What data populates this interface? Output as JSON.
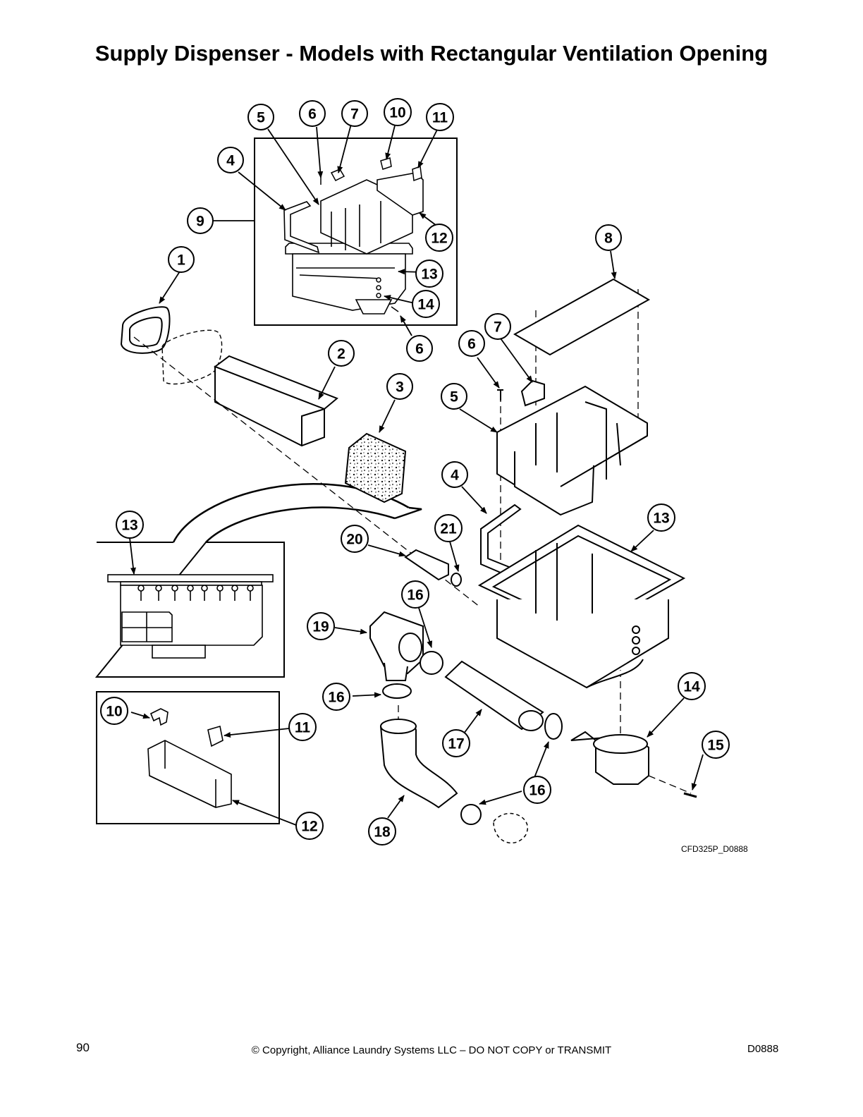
{
  "page": {
    "title": "Supply Dispenser - Models with Rectangular Ventilation Opening",
    "drawing_code": "CFD325P_D0888",
    "page_number": "90",
    "copyright": "© Copyright, Alliance Laundry Systems LLC – DO NOT COPY or TRANSMIT",
    "doc_code": "D0888"
  },
  "callouts": [
    {
      "id": "c-5-top",
      "label": "5"
    },
    {
      "id": "c-6-top",
      "label": "6"
    },
    {
      "id": "c-7-top",
      "label": "7"
    },
    {
      "id": "c-10-top",
      "label": "10"
    },
    {
      "id": "c-11-top",
      "label": "11"
    },
    {
      "id": "c-4-top",
      "label": "4"
    },
    {
      "id": "c-9",
      "label": "9"
    },
    {
      "id": "c-12-top",
      "label": "12"
    },
    {
      "id": "c-13-top",
      "label": "13"
    },
    {
      "id": "c-14-top",
      "label": "14"
    },
    {
      "id": "c-6-inset",
      "label": "6"
    },
    {
      "id": "c-1",
      "label": "1"
    },
    {
      "id": "c-8",
      "label": "8"
    },
    {
      "id": "c-2",
      "label": "2"
    },
    {
      "id": "c-3",
      "label": "3"
    },
    {
      "id": "c-7-main",
      "label": "7"
    },
    {
      "id": "c-6-main",
      "label": "6"
    },
    {
      "id": "c-5-main",
      "label": "5"
    },
    {
      "id": "c-4-main",
      "label": "4"
    },
    {
      "id": "c-13-left",
      "label": "13"
    },
    {
      "id": "c-13-main",
      "label": "13"
    },
    {
      "id": "c-20",
      "label": "20"
    },
    {
      "id": "c-21",
      "label": "21"
    },
    {
      "id": "c-16-a",
      "label": "16"
    },
    {
      "id": "c-19",
      "label": "19"
    },
    {
      "id": "c-16-b",
      "label": "16"
    },
    {
      "id": "c-14-main",
      "label": "14"
    },
    {
      "id": "c-10-inset",
      "label": "10"
    },
    {
      "id": "c-11-inset",
      "label": "11"
    },
    {
      "id": "c-17",
      "label": "17"
    },
    {
      "id": "c-15",
      "label": "15"
    },
    {
      "id": "c-16-c",
      "label": "16"
    },
    {
      "id": "c-12-inset",
      "label": "12"
    },
    {
      "id": "c-18",
      "label": "18"
    }
  ]
}
